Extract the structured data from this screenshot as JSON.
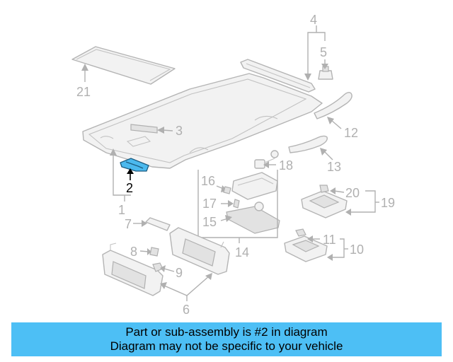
{
  "callouts": {
    "c1": "1",
    "c2": "2",
    "c3": "3",
    "c4": "4",
    "c5": "5",
    "c6": "6",
    "c7": "7",
    "c8": "8",
    "c9": "9",
    "c10": "10",
    "c11": "11",
    "c12": "12",
    "c13": "13",
    "c14": "14",
    "c15": "15",
    "c16": "16",
    "c17": "17",
    "c18": "18",
    "c19": "19",
    "c20": "20",
    "c21": "21"
  },
  "highlighted_part": "2",
  "colors": {
    "highlight": "#4bb9ee",
    "banner": "#4dbff5",
    "linework": "#b0b0b0"
  },
  "banner": {
    "line1": "Part or sub-assembly is #2 in diagram",
    "line2": "Diagram may not be specific to your vehicle"
  }
}
